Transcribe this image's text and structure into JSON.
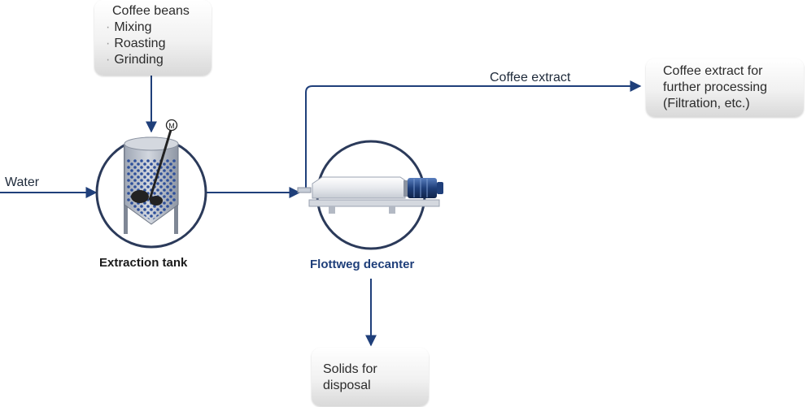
{
  "inputs": {
    "coffee_beans": {
      "title": "Coffee beans",
      "steps": [
        "Mixing",
        "Roasting",
        "Grinding"
      ]
    },
    "water": "Water"
  },
  "equipment": {
    "extraction_tank": "Extraction tank",
    "decanter": "Flottweg decanter",
    "motor_symbol": "M"
  },
  "outputs": {
    "coffee_extract_label": "Coffee extract",
    "further_processing": [
      "Coffee extract for",
      "further processing",
      "(Filtration, etc.)"
    ],
    "solids": [
      "Solids for",
      "disposal"
    ]
  },
  "colors": {
    "flow_line": "#1f3f7a",
    "decanter_caption": "#1f3f7a",
    "tank_caption": "#1a1a1a",
    "bean_dots": "#2d4f9a",
    "box_bg": "#eeeeee"
  }
}
